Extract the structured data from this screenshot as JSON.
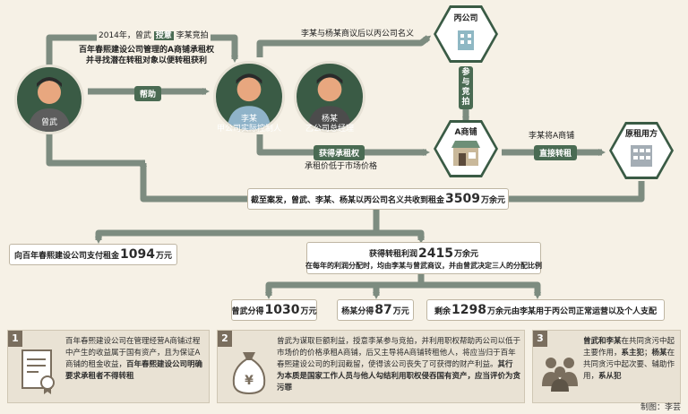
{
  "people": {
    "zeng": {
      "name": "曾武"
    },
    "li": {
      "name": "李某",
      "role": "甲公司实际控制人"
    },
    "yang": {
      "name": "杨某",
      "role": "乙公司总经理"
    }
  },
  "entities": {
    "bing": "丙公司",
    "shop": "A商铺",
    "tenant": "原租用方"
  },
  "labels": {
    "top_line1_a": "2014年，曾武",
    "top_line1_b": "授意",
    "top_line1_c": "李某竞拍",
    "top_line2": "百年春熙建设公司管理的A商铺承租权",
    "top_line3": "并寻找潜在转租对象以便转租获利",
    "help": "帮助",
    "negotiate": "李某与杨某商议后以丙公司名义",
    "bid": "参与竞拍",
    "obtain": "获得承租权",
    "below_market": "承租价低于市场价格",
    "sublet_desc": "李某将A商铺",
    "sublet": "直接转租",
    "total_a": "截至案发，曾武、李某、杨某以丙公司名义共收到租金",
    "total_num": "3509",
    "total_b": "万余元",
    "pay_a": "向百年春熙建设公司支付租金",
    "pay_num": "1094",
    "pay_b": "万元",
    "profit_a": "获得转租利润",
    "profit_num": "2415",
    "profit_b": "万余元",
    "profit_desc": "在每年的利润分配时，均由李某与曾武商议，并由曾武决定三人的分配比例",
    "zeng_a": "曾武分得",
    "zeng_num": "1030",
    "zeng_b": "万元",
    "yang_a": "杨某分得",
    "yang_num": "87",
    "yang_b": "万元",
    "rest_a": "剩余",
    "rest_num": "1298",
    "rest_b": "万余元由李某用于丙公司正常运营以及个人支配"
  },
  "panels": [
    {
      "num": "1",
      "text": "百年春熙建设公司在管理经营A商铺过程中产生的收益属于国有资产，且为保证A商铺的租金收益，",
      "bold": "百年春熙建设公司明确要求承租者不得转租"
    },
    {
      "num": "2",
      "text": "曾武为谋取巨额利益，授意李某参与竞拍，并利用职权帮助丙公司以低于市场价的价格承租A商铺，后又主导将A商铺转租他人，将应当归于百年春熙建设公司的利润截留，使得该公司丧失了可获得的财产利益。",
      "bold": "其行为本质是国家工作人员与他人勾结利用职权侵吞国有资产，应当评价为贪污罪"
    },
    {
      "num": "3",
      "bold1": "曾武和李某",
      "t1": "在共同贪污中起主要作用，",
      "bold2": "系主犯",
      "t2": "；",
      "bold3": "杨某",
      "t3": "在共同贪污中起次要、辅助作用，",
      "bold4": "系从犯"
    }
  ],
  "credit": "制图：李芸",
  "colors": {
    "accent": "#3a5b45",
    "arrow": "#7d8c80",
    "bg": "#f6f1e6"
  }
}
